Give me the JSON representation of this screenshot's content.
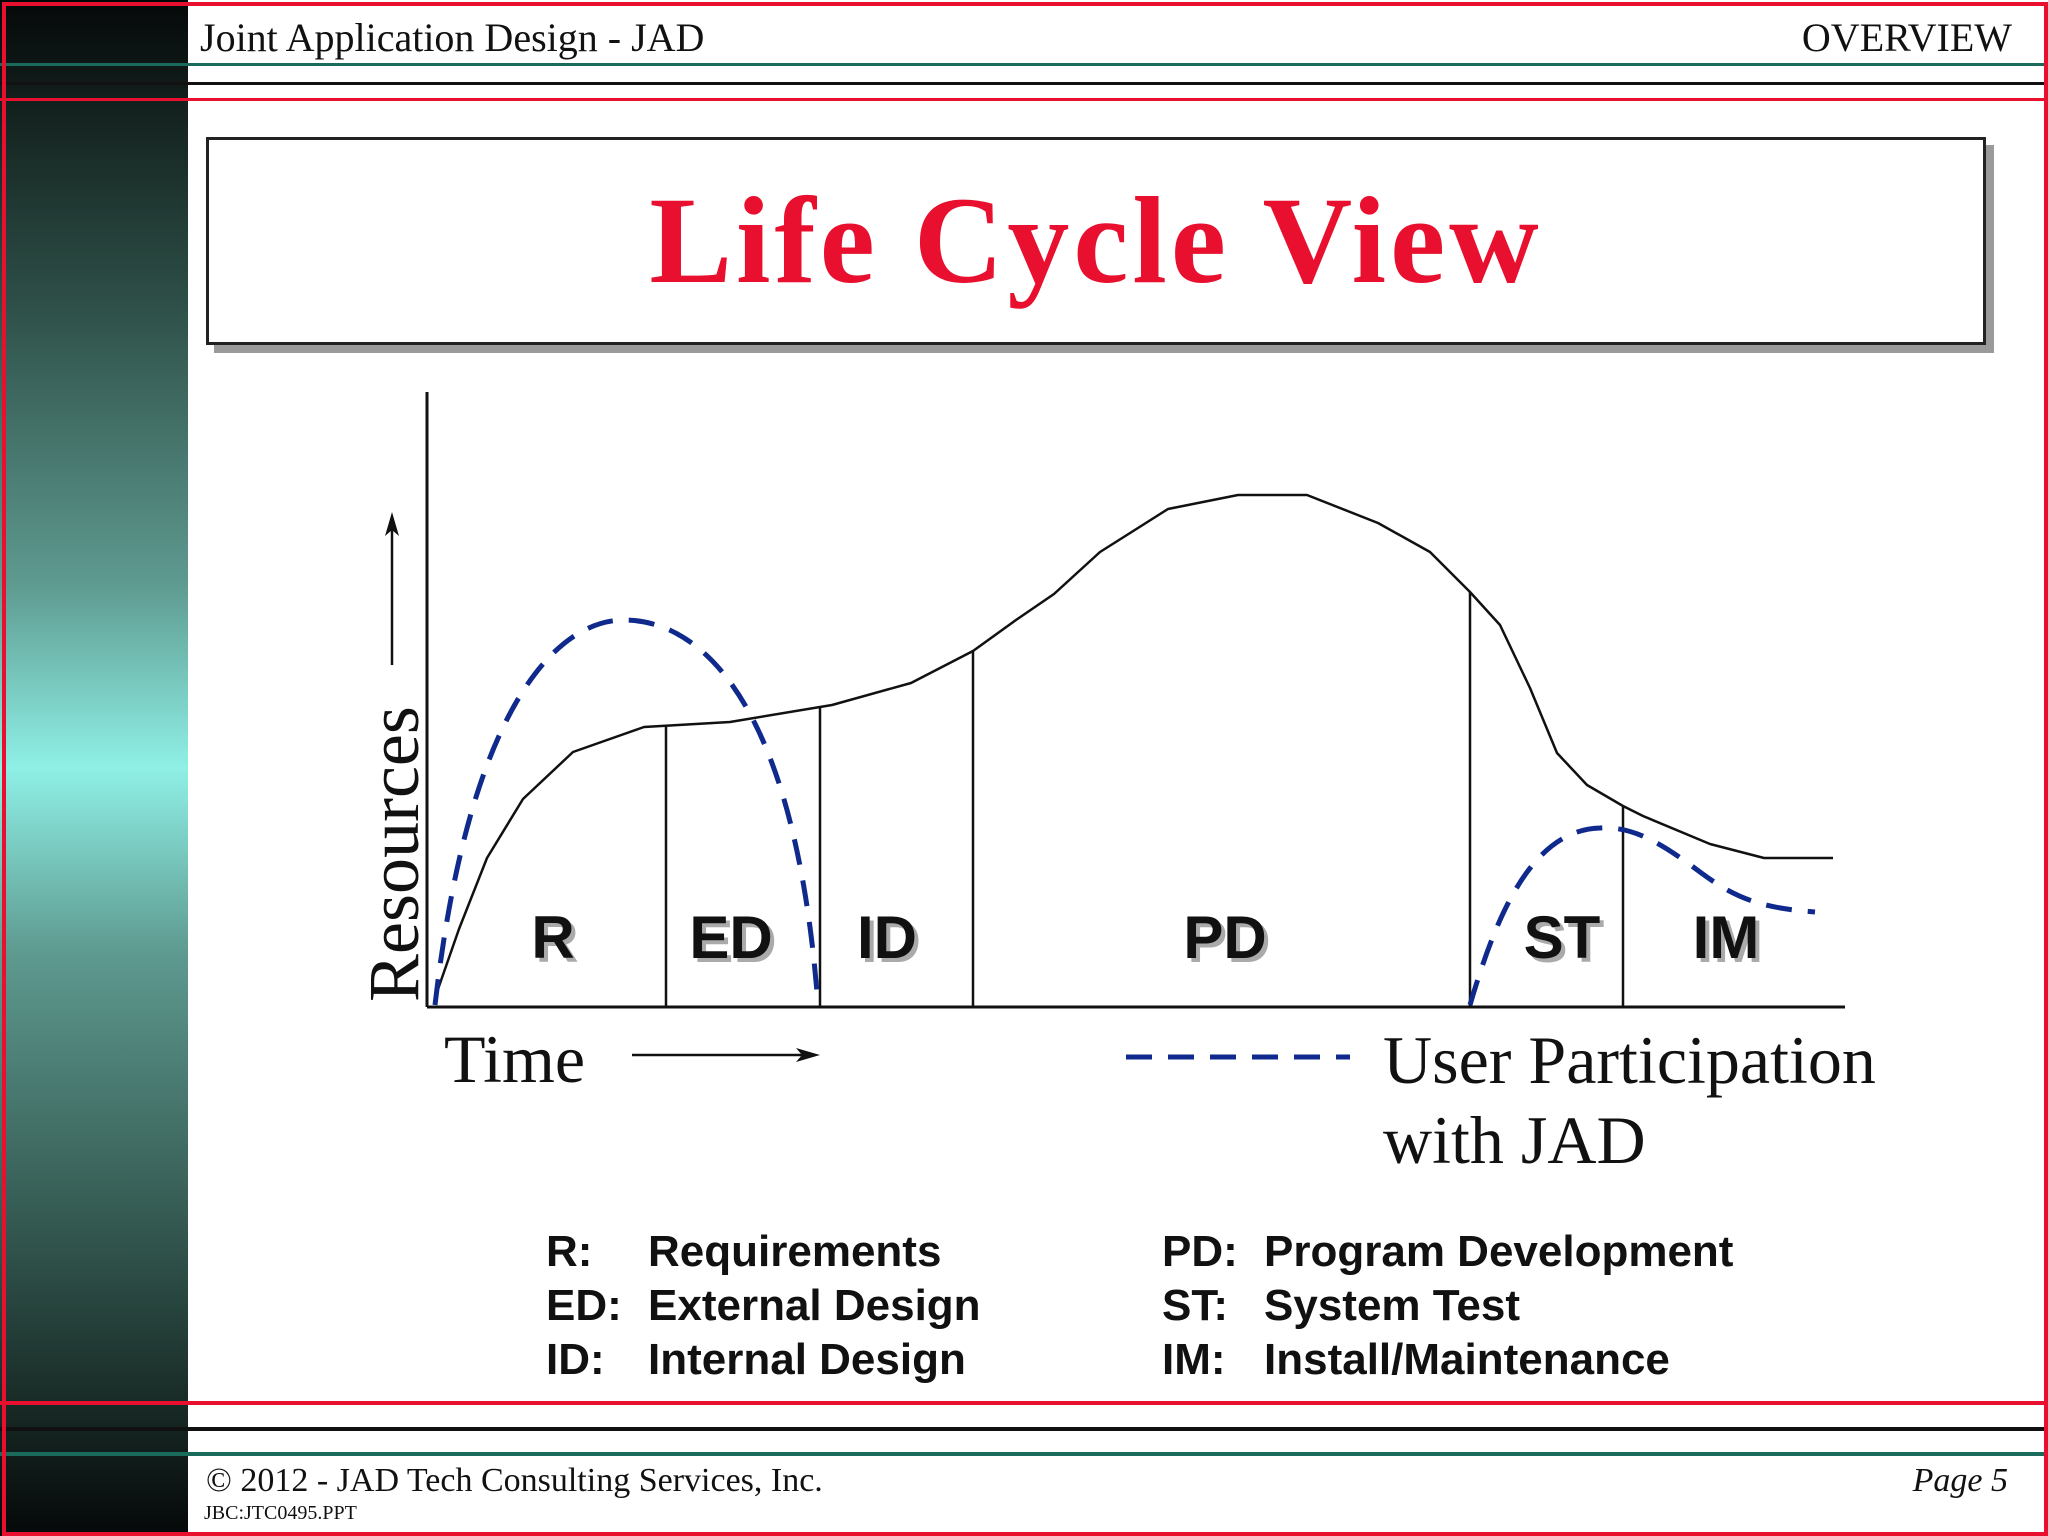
{
  "header": {
    "title": "Joint Application Design - JAD",
    "section": "OVERVIEW"
  },
  "slide": {
    "title": "Life Cycle View"
  },
  "diagram": {
    "y_axis_label": "Resources",
    "x_axis_label": "Time",
    "phases": [
      "R",
      "ED",
      "ID",
      "PD",
      "ST",
      "IM"
    ],
    "legend_line1": "User Participation",
    "legend_line2": "with JAD",
    "colors": {
      "resource_curve": "#111111",
      "participation_curve": "#0f2a8c"
    }
  },
  "definitions": [
    {
      "abbr": "R:",
      "term": "Requirements"
    },
    {
      "abbr": "ED:",
      "term": "External Design"
    },
    {
      "abbr": "ID:",
      "term": "Internal Design"
    },
    {
      "abbr": "PD:",
      "term": "Program Development"
    },
    {
      "abbr": "ST:",
      "term": "System Test"
    },
    {
      "abbr": "IM:",
      "term": "Install/Maintenance"
    }
  ],
  "footer": {
    "copyright": "© 2012 - JAD Tech Consulting Services, Inc.",
    "file": "JBC:JTC0495.PPT",
    "page": "Page 5"
  },
  "theme": {
    "accent": "#e8102e",
    "teal": "#1a6b5c"
  }
}
